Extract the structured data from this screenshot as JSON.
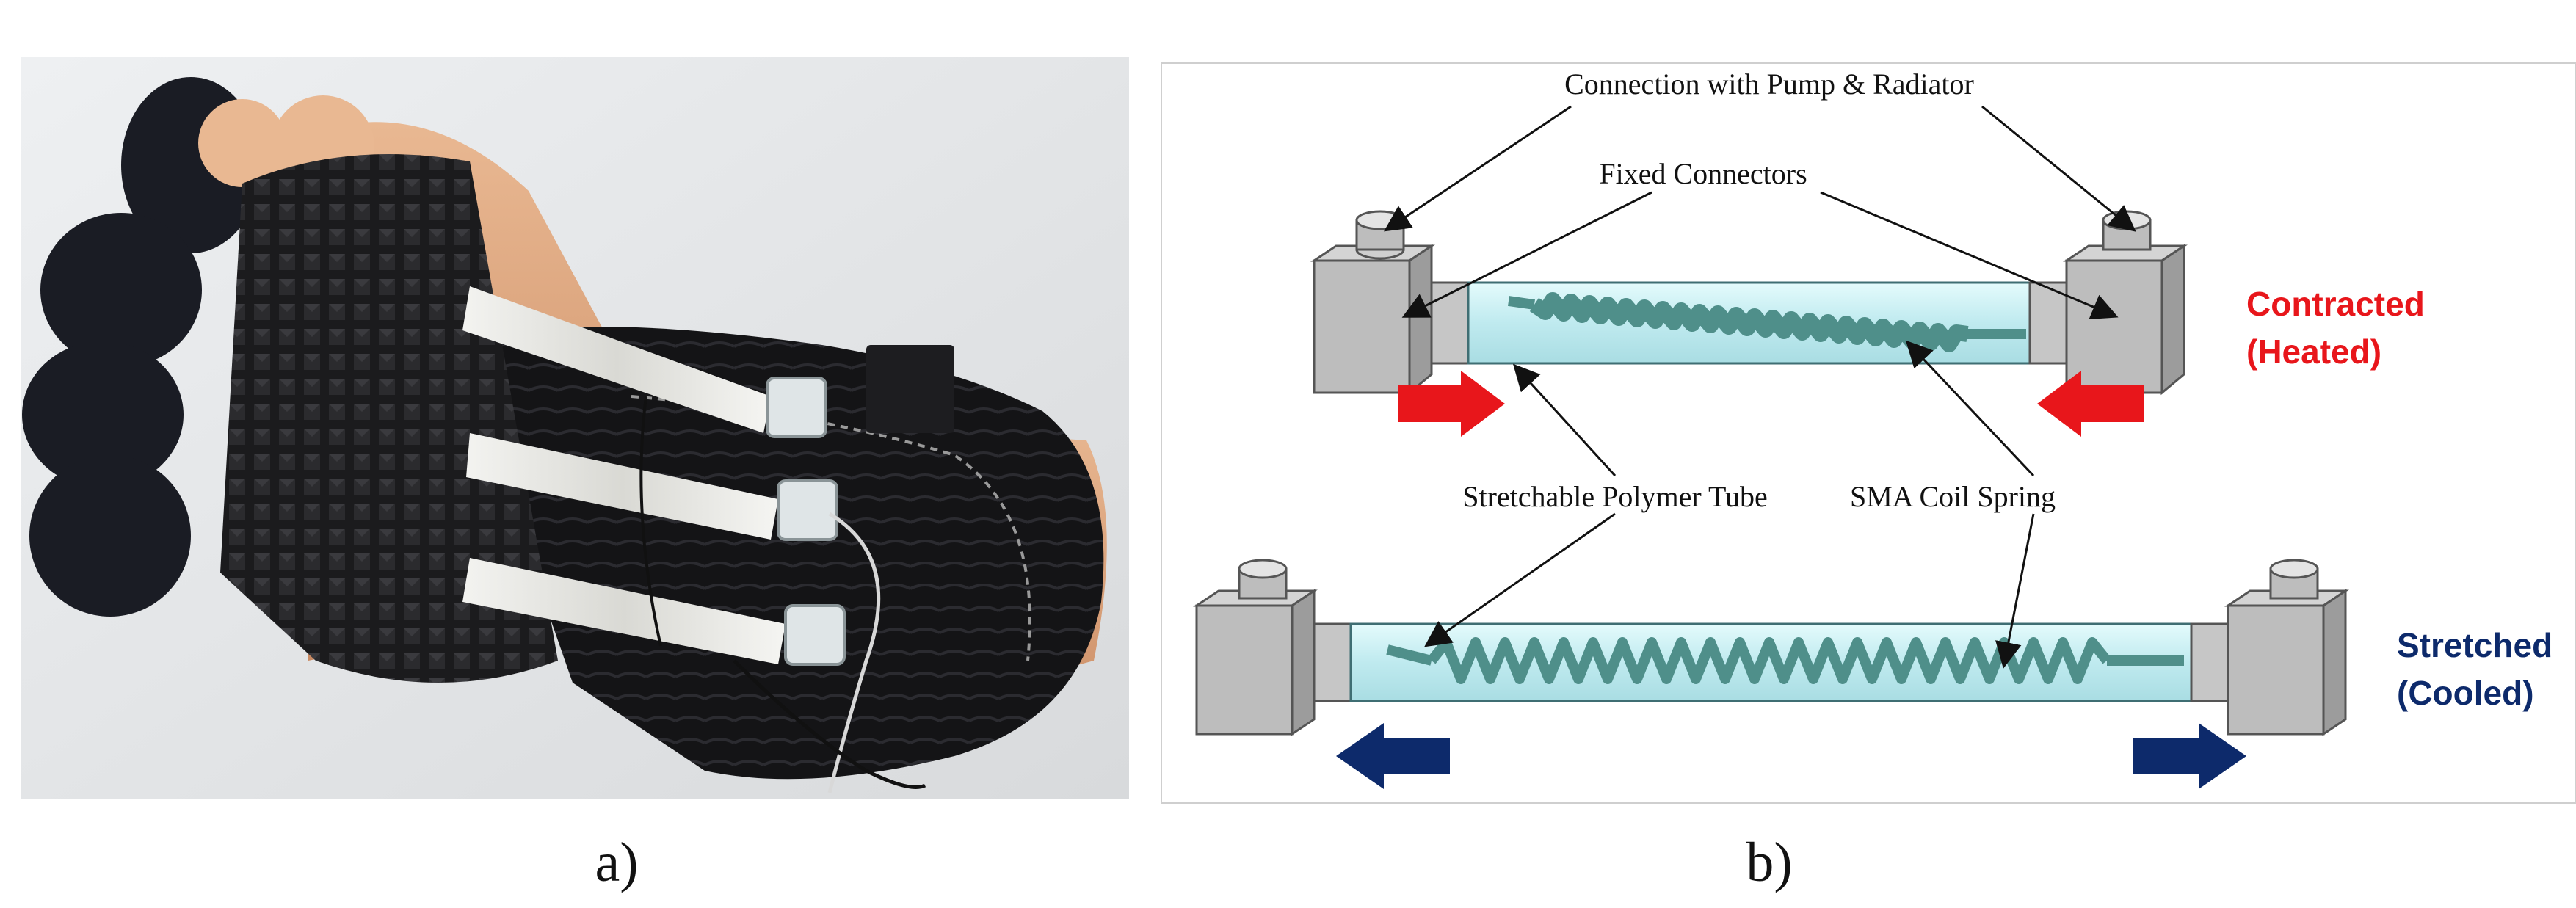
{
  "panel_a": {
    "caption": "a)"
  },
  "panel_b": {
    "caption": "b)",
    "labels": {
      "pump_connection": "Connection with Pump & Radiator",
      "fixed_connectors": "Fixed Connectors",
      "polymer_tube": "Stretchable Polymer Tube",
      "sma_spring": "SMA Coil Spring"
    },
    "states": {
      "contracted_line1": "Contracted",
      "contracted_line2": "(Heated)",
      "stretched_line1": "Stretched",
      "stretched_line2": "(Cooled)"
    },
    "colors": {
      "contracted": "#e8161b",
      "stretched": "#0d2a6b",
      "tube": "#c4eef2",
      "spring": "#4f8f8a",
      "connector": "#b5b5b5"
    }
  }
}
